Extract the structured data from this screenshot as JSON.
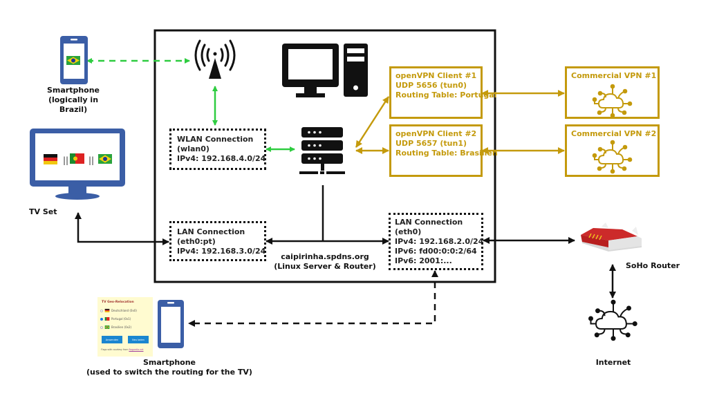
{
  "colors": {
    "green": "#2ecc40",
    "gold": "#c49a0c",
    "black": "#111111",
    "device_blue": "#3b5ea6",
    "panel_bg": "#fffbd0"
  },
  "labels": {
    "smartphone_brazil": [
      "Smartphone",
      "(logically in Brazil)"
    ],
    "tv_set": "TV Set",
    "tv_separator": "||",
    "server": [
      "caipirinha.spdns.org",
      "(Linux Server & Router)"
    ],
    "soho_router": "SoHo Router",
    "internet": "Internet",
    "smartphone_switch": [
      "Smartphone",
      "(used to switch the routing for the TV)"
    ]
  },
  "boxes": {
    "wlan": [
      "WLAN Connection",
      "(wlan0)",
      "IPv4: 192.168.4.0/24"
    ],
    "lan_pt": [
      "LAN Connection",
      "(eth0:pt)",
      "IPv4: 192.168.3.0/24"
    ],
    "lan_eth0": [
      "LAN Connection",
      "(eth0)",
      "IPv4: 192.168.2.0/24",
      "IPv6: fd00:0:0:2/64",
      "IPv6: 2001:..."
    ],
    "vpn_client_1": [
      "openVPN Client #1",
      "UDP 5656 (tun0)",
      "Routing Table: Portugal"
    ],
    "vpn_client_2": [
      "openVPN Client #2",
      "UDP 5657 (tun1)",
      "Routing Table: Brasilien"
    ],
    "commercial_vpn_1": "Commercial VPN #1",
    "commercial_vpn_2": "Commercial VPN #2"
  },
  "tv_flags": [
    "germany-flag",
    "portugal-flag",
    "brazil-flag"
  ],
  "geo_panel": {
    "title": "TV Geo-Relocation",
    "options": [
      {
        "label": "Deutschland (0x0)",
        "flag": "germany-flag",
        "selected": false
      },
      {
        "label": "Portugal (0x1)",
        "flag": "portugal-flag",
        "selected": true
      },
      {
        "label": "Brasilien (0x2)",
        "flag": "brazil-flag",
        "selected": false
      }
    ],
    "buttons": [
      "Anwenden",
      "Neu laden"
    ],
    "footer_text": "Flags with courtesy from",
    "footer_link": "flagpedia.net"
  },
  "connections": [
    {
      "from": "smartphone-brazil",
      "to": "wifi-antenna",
      "style": "dashed",
      "color": "green"
    },
    {
      "from": "wifi-antenna",
      "to": "wlan-box",
      "style": "solid",
      "color": "green"
    },
    {
      "from": "wlan-box",
      "to": "server",
      "style": "solid",
      "color": "green"
    },
    {
      "from": "server",
      "to": "vpn-client-1",
      "style": "solid",
      "color": "gold"
    },
    {
      "from": "server",
      "to": "vpn-client-2",
      "style": "solid",
      "color": "gold"
    },
    {
      "from": "vpn-client-1",
      "to": "commercial-vpn-1",
      "style": "solid",
      "color": "gold"
    },
    {
      "from": "vpn-client-2",
      "to": "commercial-vpn-2",
      "style": "solid",
      "color": "gold"
    },
    {
      "from": "tv-set",
      "to": "lan-pt-box",
      "style": "solid",
      "color": "black"
    },
    {
      "from": "lan-pt-box",
      "to": "lan-eth0-box",
      "style": "solid",
      "color": "black"
    },
    {
      "from": "lan-eth0-box",
      "to": "soho-router",
      "style": "solid",
      "color": "black"
    },
    {
      "from": "soho-router",
      "to": "internet",
      "style": "solid",
      "color": "black"
    },
    {
      "from": "lan-eth0-box",
      "to": "smartphone-switch",
      "style": "dashed",
      "color": "black"
    }
  ]
}
